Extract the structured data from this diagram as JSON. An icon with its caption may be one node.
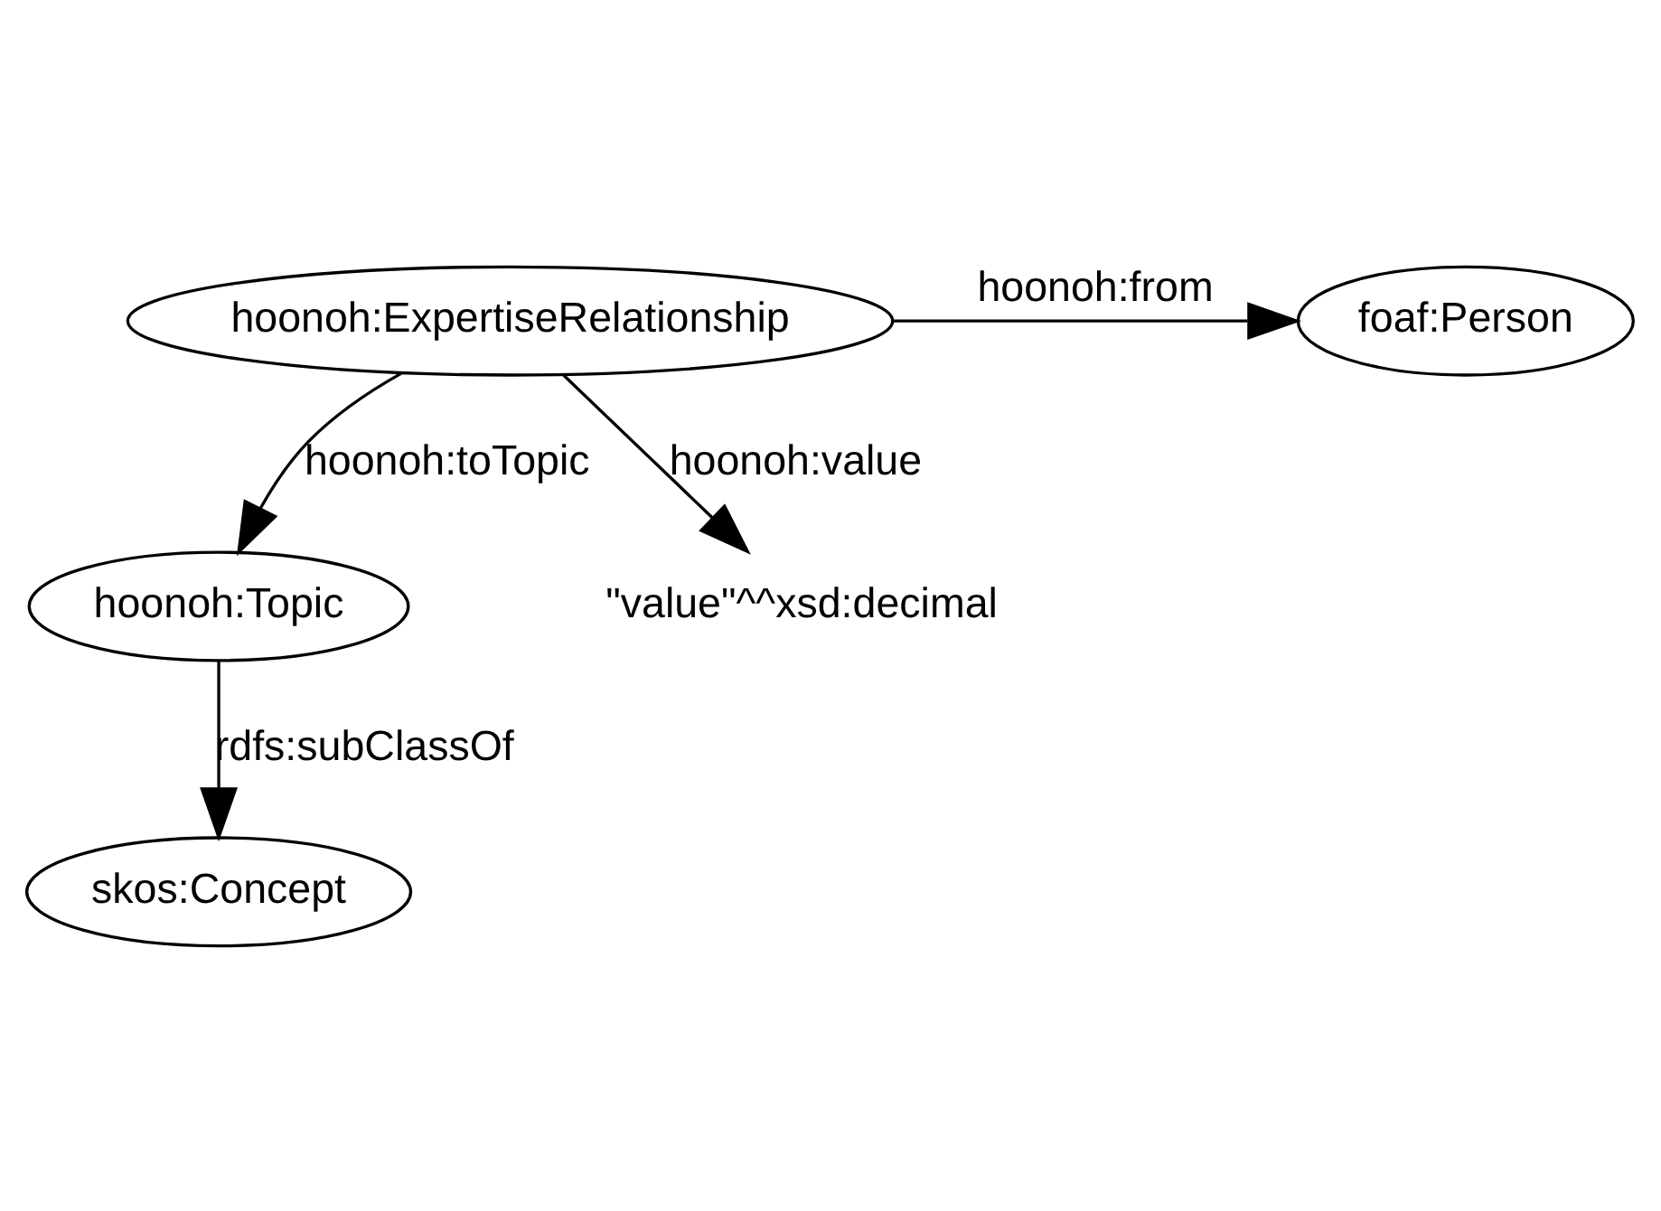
{
  "diagram": {
    "nodes": [
      {
        "text": [
          "hoonoh:ExpertiseRelationship"
        ]
      },
      {
        "text": [
          "foaf:Person"
        ]
      },
      {
        "text": [
          "hoonoh:Topic"
        ]
      },
      {
        "text": [
          "\"value\"^^xsd:decimal"
        ]
      },
      {
        "text": [
          "skos:Concept"
        ]
      }
    ],
    "edges": [
      {
        "from": 0,
        "to": 1,
        "arrow": "to",
        "label": "hoonoh:from"
      },
      {
        "from": 0,
        "to": 2,
        "arrow": "to",
        "label": "hoonoh:toTopic"
      },
      {
        "from": 0,
        "to": 3,
        "arrow": "to",
        "label": "hoonoh:value"
      },
      {
        "from": 2,
        "to": 4,
        "arrow": "to",
        "label": "rdfs:subClassOf"
      }
    ]
  }
}
